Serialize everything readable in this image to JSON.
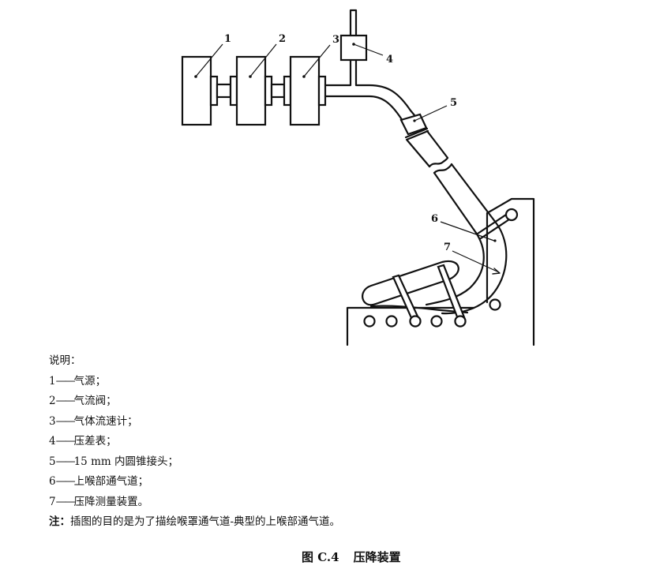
{
  "figure": {
    "callouts": [
      {
        "id": "1",
        "text": "1"
      },
      {
        "id": "2",
        "text": "2"
      },
      {
        "id": "3",
        "text": "3"
      },
      {
        "id": "4",
        "text": "4"
      },
      {
        "id": "5",
        "text": "5"
      },
      {
        "id": "6",
        "text": "6"
      },
      {
        "id": "7",
        "text": "7"
      }
    ]
  },
  "legend": {
    "heading": "说明：",
    "separator": "——",
    "items": [
      {
        "num": "1",
        "text": "气源；"
      },
      {
        "num": "2",
        "text": "气流阀；"
      },
      {
        "num": "3",
        "text": "气体流速计；"
      },
      {
        "num": "4",
        "text": "压差表；"
      },
      {
        "num": "5",
        "text": "15 mm 内圆锥接头；"
      },
      {
        "num": "6",
        "text": "上喉部通气道；"
      },
      {
        "num": "7",
        "text": "压降测量装置。"
      }
    ],
    "note_label": "注：",
    "note_text": "插图的目的是为了描绘喉罩通气道-典型的上喉部通气道。"
  },
  "caption": {
    "figure_number": "图 C.4",
    "title": "压降装置"
  }
}
